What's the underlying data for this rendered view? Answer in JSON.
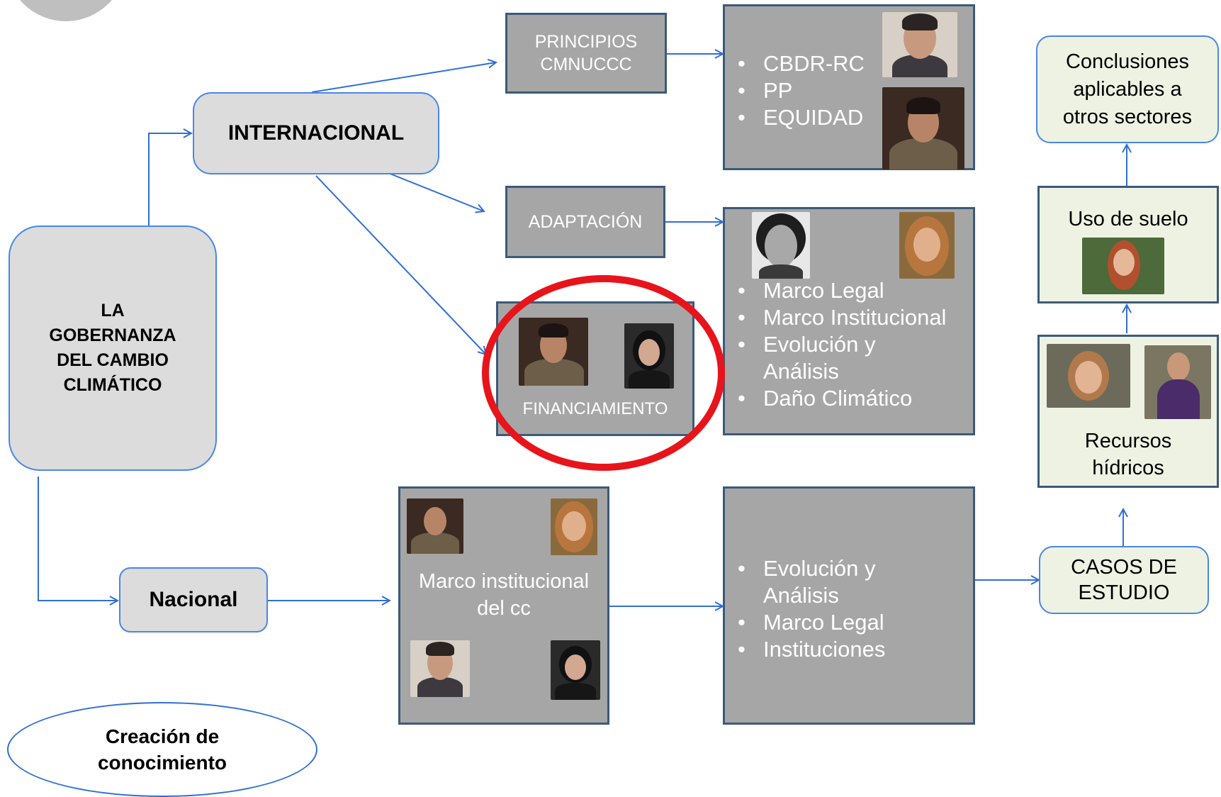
{
  "root": {
    "label": "LA GOBERNANZA DEL CAMBIO CLIMÁTICO"
  },
  "internacional": {
    "label": "INTERNACIONAL"
  },
  "nacional": {
    "label": "Nacional"
  },
  "principios": {
    "label": "PRINCIPIOS CMNUCCC",
    "items": [
      "CBDR-RC",
      "PP",
      "EQUIDAD"
    ]
  },
  "adaptacion": {
    "label": "ADAPTACIÓN",
    "items": [
      "Marco Legal",
      "Marco Institucional",
      "Evolución y Análisis",
      "Daño Climático"
    ]
  },
  "financiamiento": {
    "label": "FINANCIAMIENTO",
    "highlight_color": "#e8141b"
  },
  "marco_institucional": {
    "label": "Marco institucional del cc"
  },
  "nacional_items": [
    "Evolución y Análisis",
    "Marco Legal",
    "Instituciones"
  ],
  "casos": {
    "label": "CASOS DE ESTUDIO"
  },
  "recursos": {
    "label": "Recursos hídricos"
  },
  "uso_suelo": {
    "label": "Uso de suelo"
  },
  "conclusiones": {
    "label": "Conclusiones aplicables a otros sectores"
  },
  "creacion": {
    "label": "Creación de conocimiento"
  },
  "colors": {
    "connector": "#2f6fd6",
    "box_gray": "#a6a6a6",
    "box_border": "#3b5a7a",
    "light_box": "#dcdcdc",
    "green_box": "#eef2e2"
  }
}
